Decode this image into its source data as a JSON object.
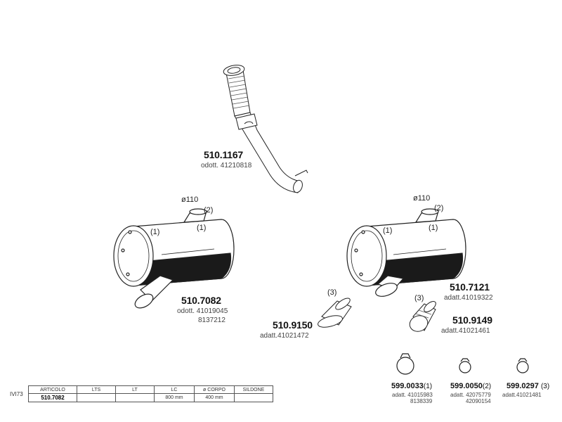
{
  "parts": {
    "pipe": {
      "number": "510.1167",
      "ref": "odott. 41210818"
    },
    "muffler_l": {
      "number": "510.7082",
      "ref1": "odott. 41019045",
      "ref2": "8137212",
      "dia": "ø110"
    },
    "muffler_r": {
      "number": "510.7121",
      "ref1": "adatt.41019322",
      "dia": "ø110"
    },
    "tail_l": {
      "number": "510.9150",
      "ref": "adatt.41021472"
    },
    "tail_r": {
      "number": "510.9149",
      "ref": "adatt.41021461"
    }
  },
  "callouts": {
    "c1": "(1)",
    "c2": "(2)",
    "c3": "(3)"
  },
  "clamps": [
    {
      "number": "599.0033",
      "tag": "(1)",
      "ref1": "adatt. 41015983",
      "ref2": "8138339"
    },
    {
      "number": "599.0050",
      "tag": "(2)",
      "ref1": "adatt. 42075779",
      "ref2": "42090154"
    },
    {
      "number": "599.0297",
      "tag": "(3)",
      "ref1": "adatt.41021481",
      "ref2": ""
    }
  ],
  "table": {
    "model": "IVI73",
    "headers": [
      "ARTICOLO",
      "LTS",
      "LT",
      "LC",
      "ø CORPO",
      "SILDONE"
    ],
    "row": [
      "510.7082",
      "",
      "",
      "800 mm",
      "400 mm",
      ""
    ]
  }
}
